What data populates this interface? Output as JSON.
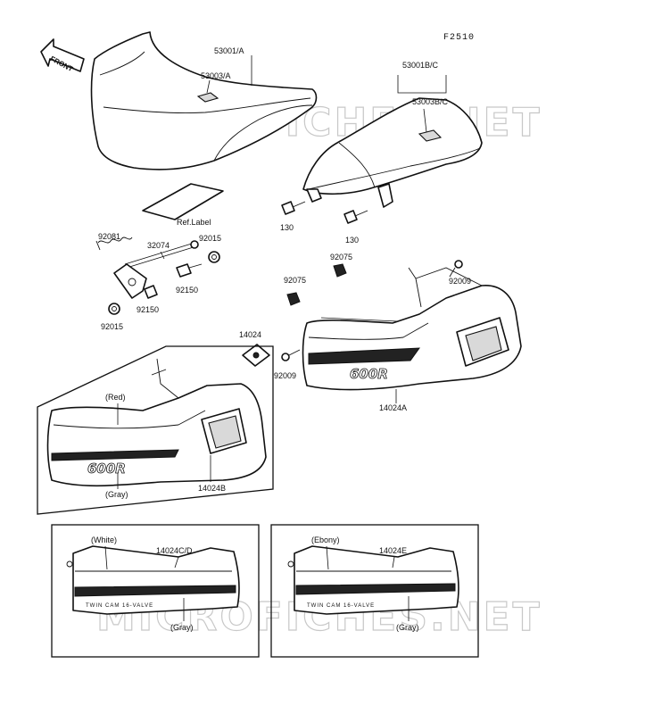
{
  "figure_id": "F2510",
  "front_marker": "FRONT",
  "watermark": "MICROFICHES.NET",
  "decal_text": {
    "logo": "600R",
    "twin_cam": "TWIN CAM 16-VALVE"
  },
  "labels": {
    "seat_a": "53001/A",
    "seat_a_sub": "53003/A",
    "seat_bc": "53001B/C",
    "seat_bc_sub": "53003B/C",
    "ref_label": "Ref.Label",
    "bolt_130_left": "130",
    "bolt_130_right": "130",
    "p92081": "92081",
    "p32074": "32074",
    "p92015_top": "92015",
    "p92150_mid": "92150",
    "p92150_left": "92150",
    "p92015_bottom": "92015",
    "p92075_right": "92075",
    "p92075_left": "92075",
    "p92009_right": "92009",
    "p92009_left": "92009",
    "p14024": "14024",
    "p14024A": "14024A",
    "p14024B": "14024B",
    "red": "(Red)",
    "gray_b": "(Gray)",
    "white": "(White)",
    "p14024CD": "14024C/D",
    "gray_cd": "(Gray)",
    "ebony": "(Ebony)",
    "p14024E": "14024E",
    "gray_e": "(Gray)"
  }
}
